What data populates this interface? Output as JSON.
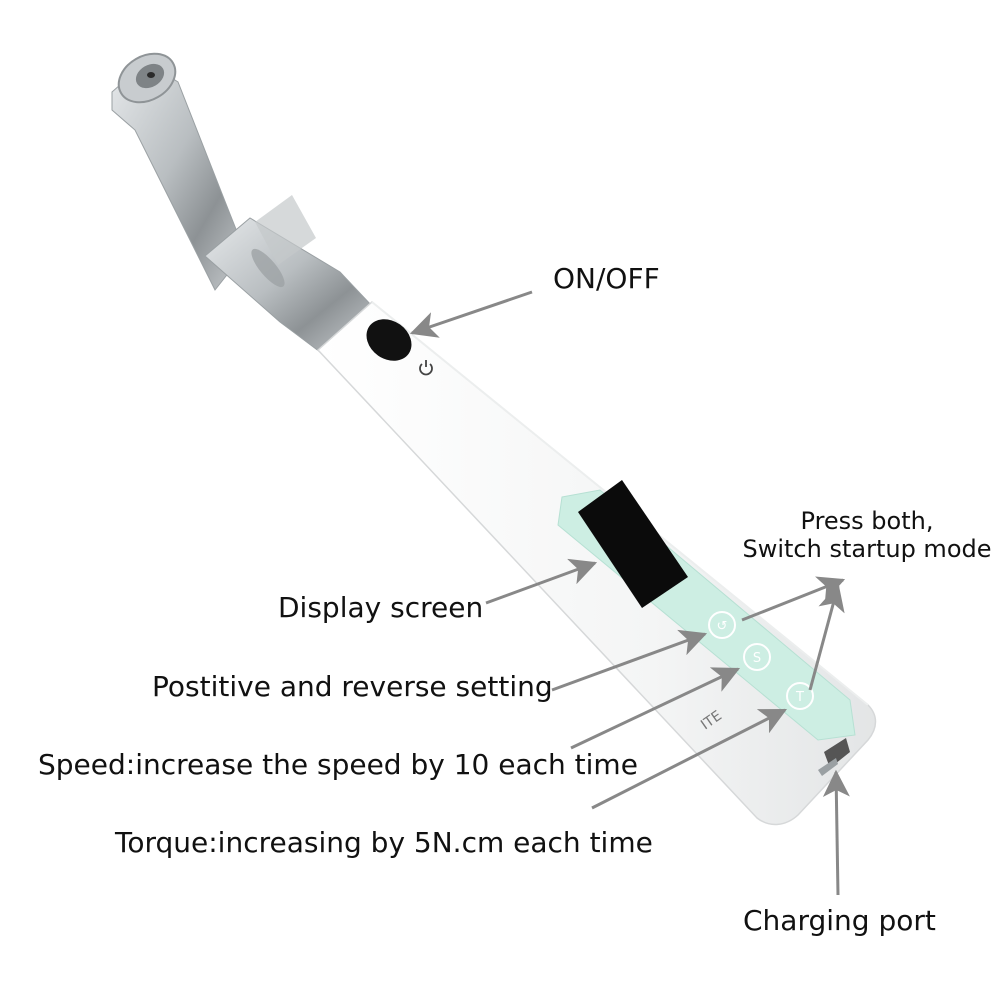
{
  "labels": {
    "on_off": "ON/OFF",
    "press_both_line1": "Press both,",
    "press_both_line2": "Switch startup mode",
    "display_screen": "Display screen",
    "positive_reverse": "Postitive and reverse setting",
    "speed": "Speed:increase the speed by 10 each time",
    "torque": "Torque:increasing by 5N.cm each time",
    "charging_port": "Charging port"
  },
  "device": {
    "body_marking": "ITE",
    "button_glyphs": [
      "↺",
      "S",
      "T"
    ]
  },
  "colors": {
    "panel_accent": "#cdeee3",
    "arrow": "#888888",
    "text": "#111111",
    "body": "#f7f8f8",
    "metal": "#aeb3b6"
  }
}
